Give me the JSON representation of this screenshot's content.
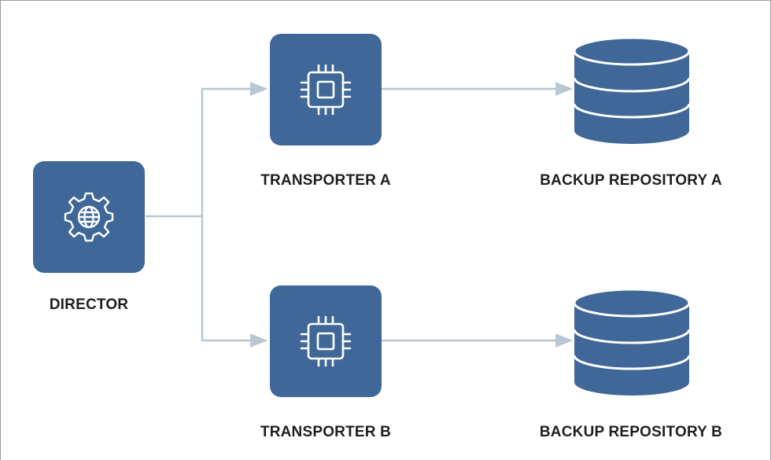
{
  "nodes": {
    "director": {
      "label": "DIRECTOR",
      "icon": "gear-globe-icon"
    },
    "transporter_a": {
      "label": "TRANSPORTER A",
      "icon": "cpu-chip-icon"
    },
    "transporter_b": {
      "label": "TRANSPORTER B",
      "icon": "cpu-chip-icon"
    },
    "repository_a": {
      "label": "BACKUP REPOSITORY A",
      "icon": "database-icon"
    },
    "repository_b": {
      "label": "BACKUP REPOSITORY B",
      "icon": "database-icon"
    }
  },
  "colors": {
    "node_fill": "#3f6797",
    "connector": "#b9c6d4",
    "label_text": "#1e1e1e",
    "icon_stroke": "#ffffff"
  }
}
